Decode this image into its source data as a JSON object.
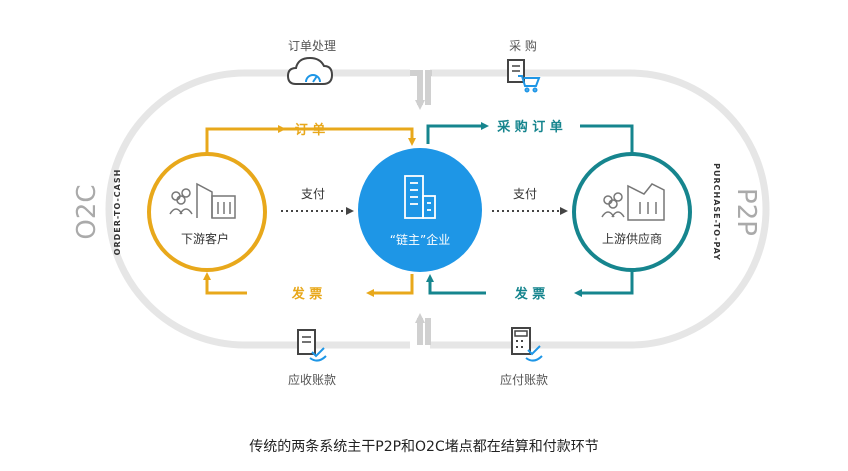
{
  "diagram": {
    "o2c": {
      "abbr": "O2C",
      "full": "ORDER-TO-CASH"
    },
    "p2p": {
      "abbr": "P2P",
      "full": "PURCHASE-TO-PAY"
    },
    "nodes": {
      "downstream": "下游客户",
      "core": "“链主”企业",
      "upstream": "上游供应商"
    },
    "flows": {
      "order": "订 单",
      "purchase_order": "采 购 订 单",
      "invoice_left": "发 票",
      "invoice_right": "发 票",
      "pay_left": "支付",
      "pay_right": "支付"
    },
    "icons": {
      "order_processing": "订单处理",
      "purchasing": "采 购",
      "receivables": "应收账款",
      "payables": "应付账款"
    },
    "colors": {
      "yellow": "#e8a81b",
      "teal": "#16858e",
      "blue": "#1e96e6",
      "gray": "#d6d6d6"
    }
  },
  "caption": "传统的两条系统主干P2P和O2C堵点都在结算和付款环节"
}
